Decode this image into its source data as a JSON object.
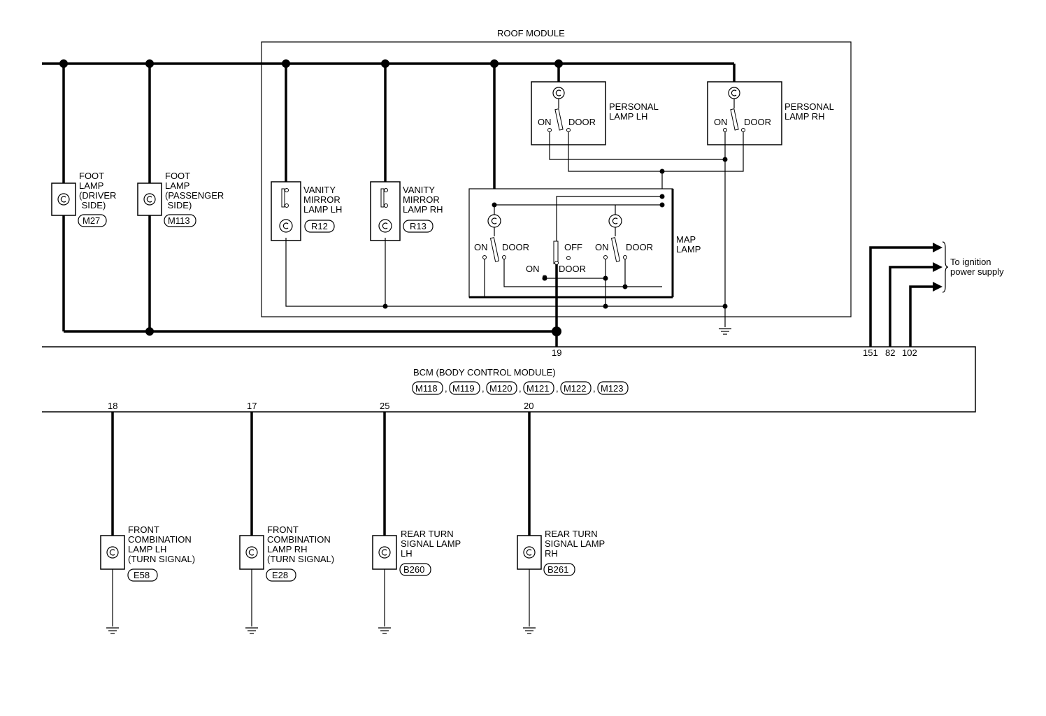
{
  "roof_module": {
    "label": "ROOF MODULE"
  },
  "bcm": {
    "title": "BCM (BODY CONTROL MODULE)",
    "connectors": [
      "M118",
      "M119",
      "M120",
      "M121",
      "M122",
      "M123"
    ],
    "pins": {
      "p19": "19",
      "p151": "151",
      "p82": "82",
      "p102": "102",
      "p18": "18",
      "p17": "17",
      "p25": "25",
      "p20": "20"
    }
  },
  "foot_lamp_driver": {
    "lines": [
      "FOOT",
      "LAMP",
      "(DRIVER",
      " SIDE)"
    ],
    "connector": "M27"
  },
  "foot_lamp_passenger": {
    "lines": [
      "FOOT",
      "LAMP",
      "(PASSENGER",
      " SIDE)"
    ],
    "connector": "M113"
  },
  "vanity_lh": {
    "lines": [
      "VANITY",
      "MIRROR",
      "LAMP LH"
    ],
    "connector": "R12"
  },
  "vanity_rh": {
    "lines": [
      "VANITY",
      "MIRROR",
      "LAMP RH"
    ],
    "connector": "R13"
  },
  "personal_lh": {
    "lines": [
      "PERSONAL",
      "LAMP LH"
    ],
    "on": "ON",
    "door": "DOOR"
  },
  "personal_rh": {
    "lines": [
      "PERSONAL",
      "LAMP RH"
    ],
    "on": "ON",
    "door": "DOOR"
  },
  "map_lamp": {
    "lines": [
      "MAP",
      "LAMP"
    ],
    "on_left": "ON",
    "door_left": "DOOR",
    "off": "OFF",
    "on_center": "ON",
    "door_center": "DOOR",
    "on_right": "ON",
    "door_right": "DOOR"
  },
  "ignition": {
    "lines": [
      "To ignition",
      "power supply"
    ]
  },
  "front_combo_lh": {
    "lines": [
      "FRONT",
      "COMBINATION",
      "LAMP LH",
      "(TURN SIGNAL)"
    ],
    "connector": "E58"
  },
  "front_combo_rh": {
    "lines": [
      "FRONT",
      "COMBINATION",
      "LAMP RH",
      "(TURN SIGNAL)"
    ],
    "connector": "E28"
  },
  "rear_turn_lh": {
    "lines": [
      "REAR TURN",
      "SIGNAL LAMP",
      "LH"
    ],
    "connector": "B260"
  },
  "rear_turn_rh": {
    "lines": [
      "REAR TURN",
      "SIGNAL LAMP",
      "RH"
    ],
    "connector": "B261"
  }
}
